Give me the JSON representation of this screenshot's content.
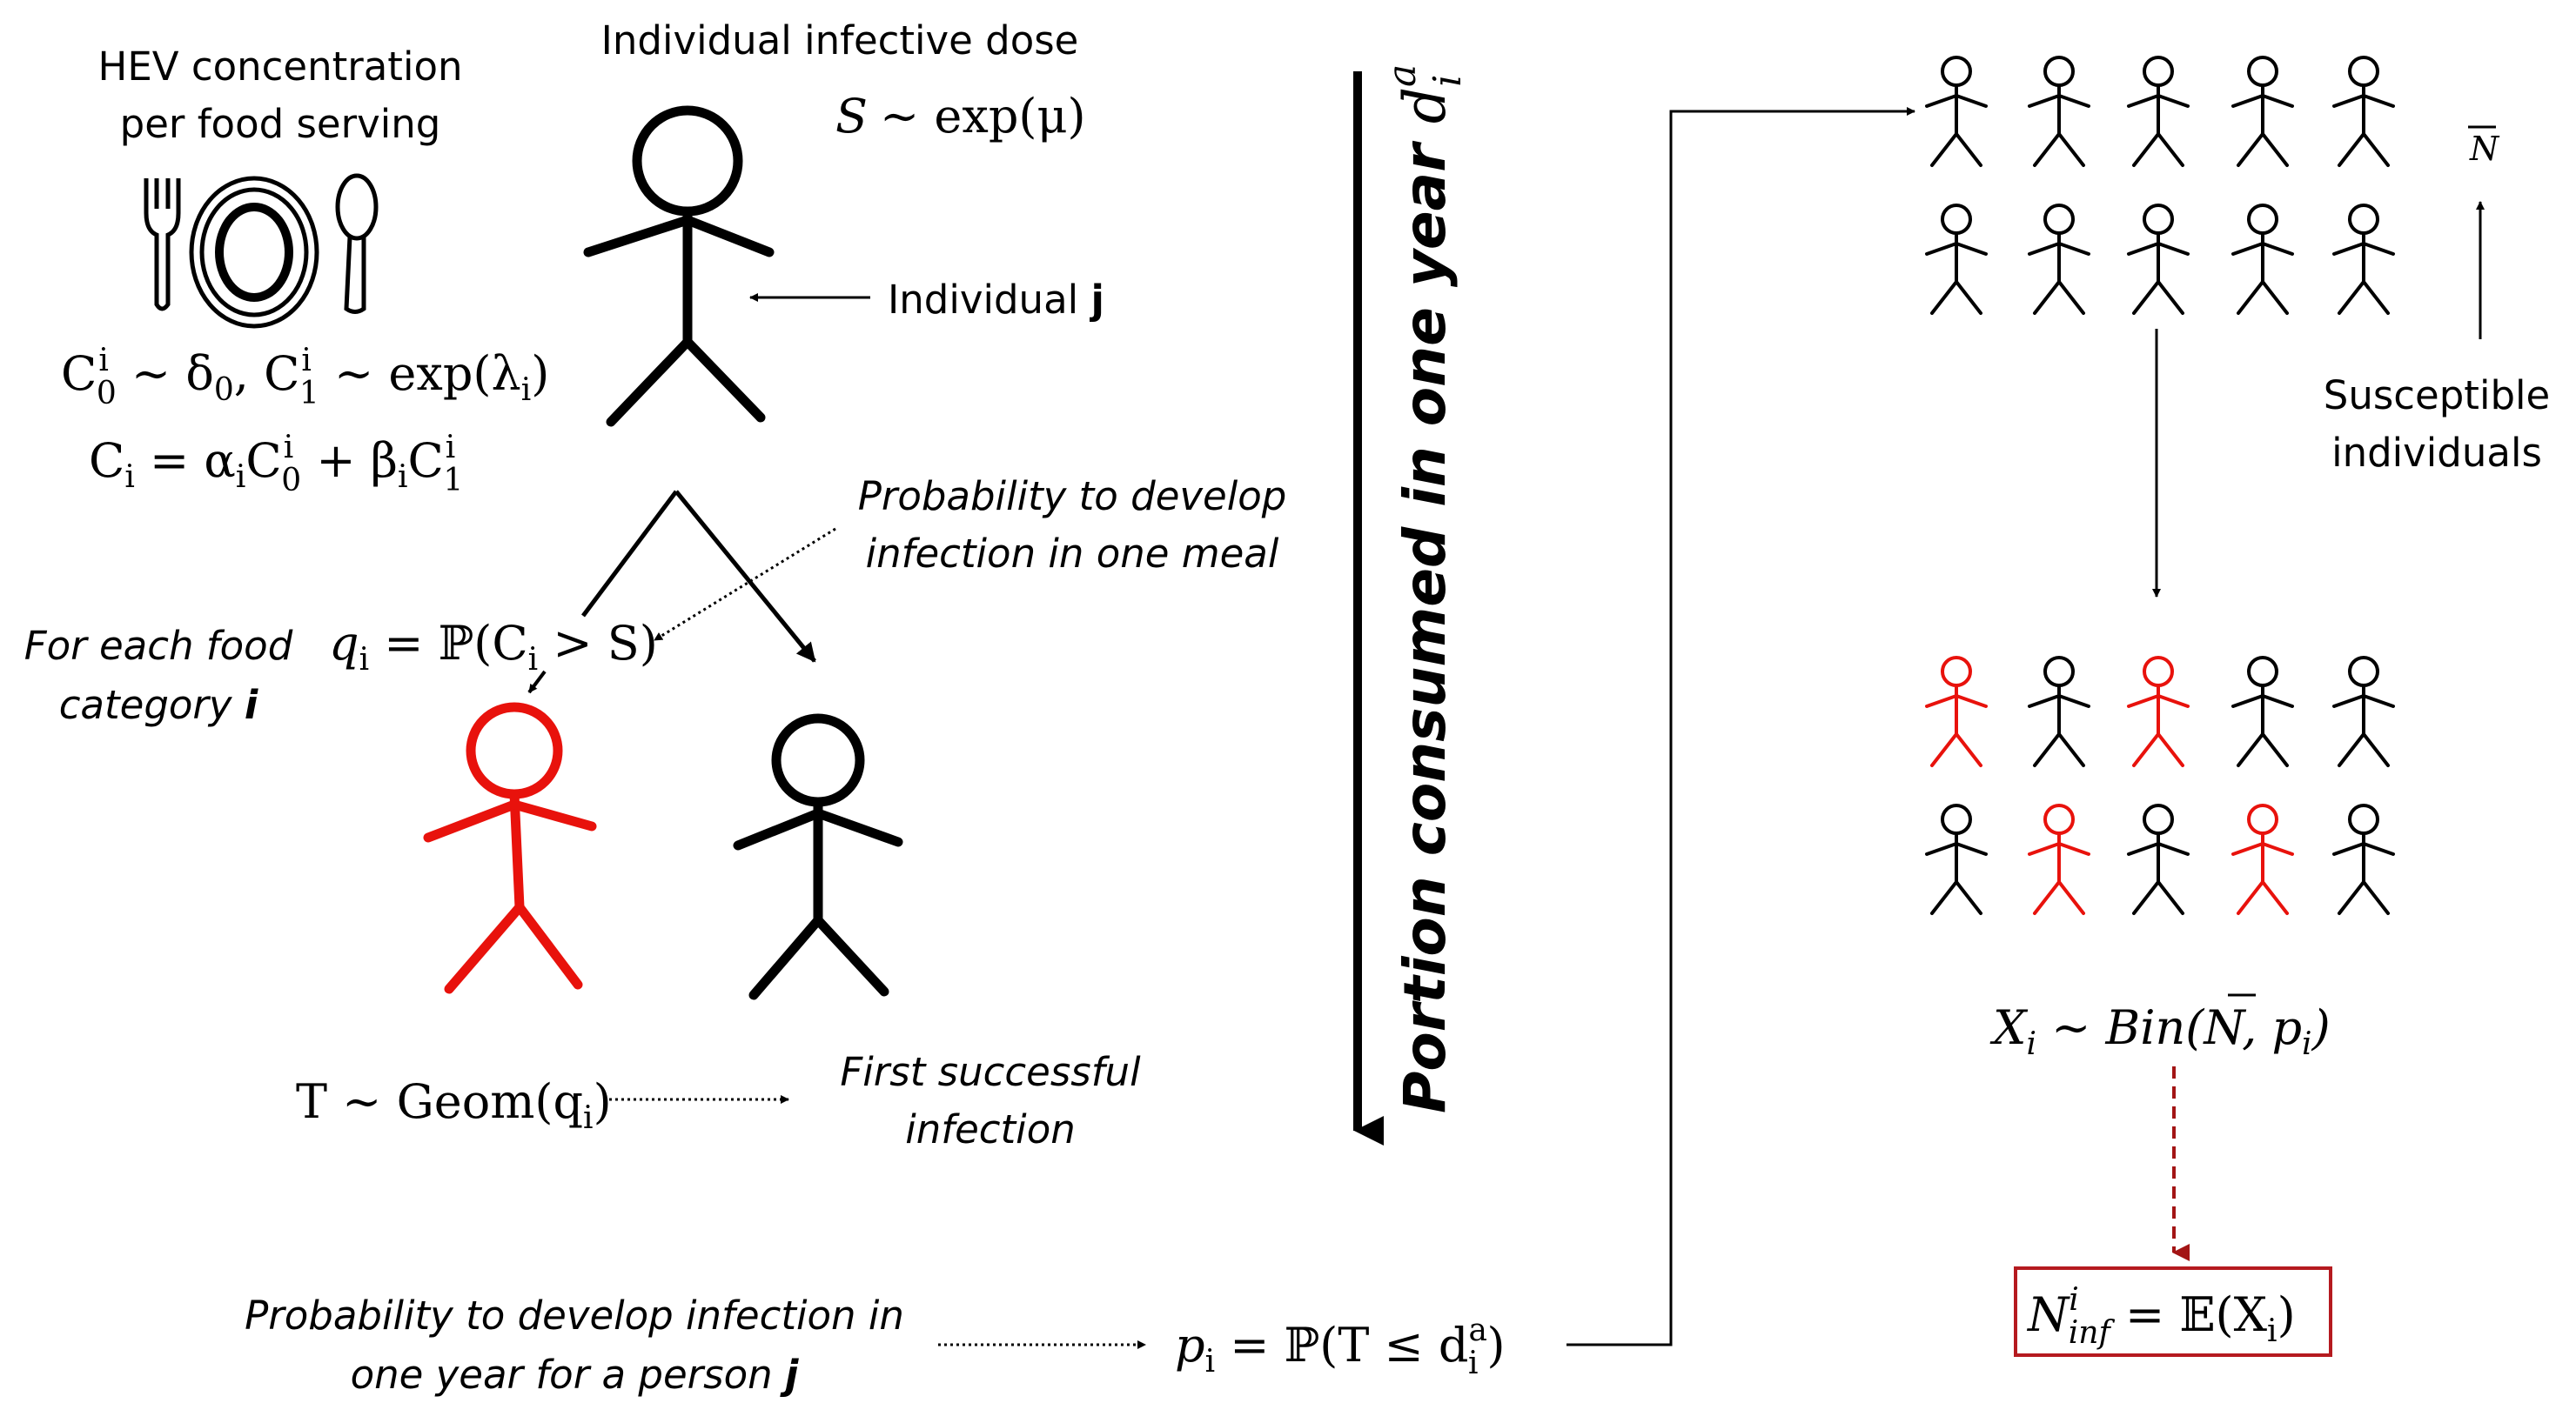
{
  "conc": {
    "line1": "HEV concentration",
    "line2": "per food serving"
  },
  "dose": {
    "title": "Individual infective dose",
    "formula_S": "S",
    "formula_rest": "∼ exp(μ)"
  },
  "individual": {
    "label": "Individual ",
    "index": "j"
  },
  "formulas": {
    "c_dist_a": "C",
    "c_dist_sup0": "i",
    "c_dist_sub0": "0",
    "c_dist_b": " ∼ δ",
    "c_dist_sub_delta": "0",
    "c_dist_c": ", C",
    "c_dist_sup1": "i",
    "c_dist_sub1": "1",
    "c_dist_d": " ∼ exp(λ",
    "c_dist_sub_l": "i",
    "c_dist_e": ")",
    "ci_a": "C",
    "ci_sub": "i",
    "ci_b": " = α",
    "ci_sub2": "i",
    "ci_c": "C",
    "ci_sup3": "i",
    "ci_sub3": "0",
    "ci_d": " + β",
    "ci_sub4": "i",
    "ci_e": "C",
    "ci_sup5": "i",
    "ci_sub5": "1"
  },
  "prob_meal": {
    "line1": "Probability to develop",
    "line2": "infection in one meal"
  },
  "food_cat": {
    "line1": "For each food",
    "line2": "category ",
    "index": "i"
  },
  "q_formula": {
    "a": "q",
    "sub": "i",
    "b": " = ℙ(C",
    "sub2": "i",
    "c": " > S)"
  },
  "t_formula": {
    "a": "T ∼ Geom(q",
    "sub": "i",
    "b": ")"
  },
  "first_success": {
    "line1": "First successful",
    "line2": "infection"
  },
  "prob_year": {
    "line1": "Probability to develop infection in",
    "line2": "one year for a person ",
    "index": "j"
  },
  "p_formula": {
    "a": "p",
    "sub": "i",
    "b": " = ℙ(T ≤ d",
    "sup": "a",
    "sub2": "i",
    "c": ")"
  },
  "portion": {
    "text": "Portion consumed in one year ",
    "math": "d",
    "sup": "a",
    "sub": "i"
  },
  "n_bar": "N",
  "susceptible": {
    "line1": "Susceptible",
    "line2": "individuals"
  },
  "x_formula": {
    "a": "X",
    "sub": "i",
    "b": " ∼ Bin(",
    "n": "N",
    "c": ", p",
    "sub2": "i",
    "d": ")"
  },
  "n_inf": {
    "a": "N",
    "sup": "i",
    "sub": "inf",
    "b": " = 𝔼(X",
    "sub2": "i",
    "c": ")"
  },
  "colors": {
    "infected": "#e8120c",
    "healthy": "#000000",
    "box": "#b51a1f",
    "dashed_arrow": "#a31515"
  },
  "population_top": [
    "healthy",
    "healthy",
    "healthy",
    "healthy",
    "healthy",
    "healthy",
    "healthy",
    "healthy",
    "healthy",
    "healthy"
  ],
  "population_bottom": [
    "infected",
    "healthy",
    "infected",
    "healthy",
    "healthy",
    "healthy",
    "infected",
    "healthy",
    "infected",
    "healthy"
  ]
}
